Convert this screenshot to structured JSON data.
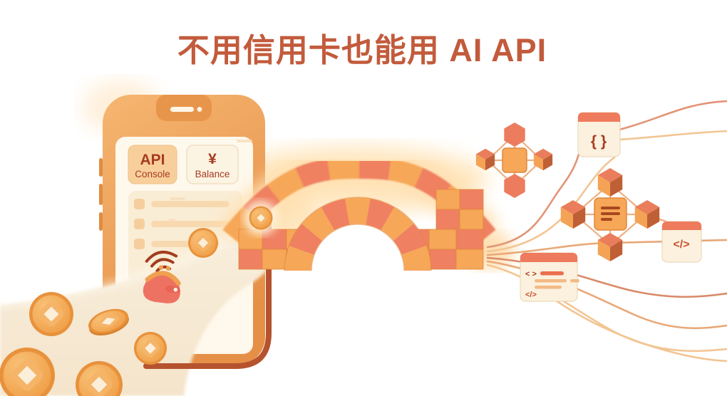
{
  "title": {
    "text": "不用信用卡也能用 AI API"
  },
  "phone": {
    "cards": [
      {
        "title": "API",
        "subtitle": "Console"
      },
      {
        "title": "¥",
        "subtitle": "Balance"
      }
    ]
  },
  "panels": {
    "braces": "{ }",
    "tag": "</>",
    "editor_open": "< >",
    "editor_close": "</>"
  },
  "icons": {
    "contactless": "wifi-waves-icon",
    "wallet": "coin-purse-icon",
    "coin": "chinese-coin-icon",
    "braces": "curly-braces-icon",
    "code_tag": "code-tag-icon",
    "document": "document-lines-icon",
    "node_cube": "cube-icon",
    "node_hexagon": "hexagon-icon"
  },
  "colors": {
    "title": "#C25B3C",
    "frameTop": "#F3B06A",
    "frame": "#E8954C",
    "frameBtn": "#E08C42",
    "cream": "#FFF8EC",
    "listPanel": "#FAEDD6",
    "rowFill": "#F6CE9D",
    "rowLine": "#F8D9AF",
    "cardFill": "#F8CF9B",
    "cardStroke": "#EFBF85",
    "cardFill2": "#FCF4E3",
    "cardStroke2": "#EDD9BC",
    "textBrown": "#A63B22",
    "tagRed": "#C8502F",
    "rust": "#B6532F",
    "blockOrange": "#F6A758",
    "blockSalmon": "#EF8061",
    "outline": "#E0873B",
    "streamTop": "#FAF0DF",
    "streamBottom": "#F4E4CB",
    "coinRim": "#E8913C",
    "coinFaceA": "#F7BA6A",
    "coinFaceB": "#F09B42",
    "coinHole": "#FBEFD9",
    "purse": "#EE7262",
    "purseFlap": "#E86355",
    "clasp": "#EFA04F",
    "waves": "#A13D1F",
    "hexSalmon": "#ED7C5E",
    "cubeTop": "#EA7D5B",
    "cubeLeft": "#F4A255",
    "cubeRight": "#BF5F36",
    "clusterLine": "#ECB183",
    "panelCream": "#FBF1DE",
    "panelStroke": "#E8D2AE",
    "headerSalmon": "#EE7B5D",
    "wireSalmon": "#E29476",
    "wireOrange": "#E8A877",
    "wireLight": "#F2C593",
    "wireDeep": "#D98A68",
    "glowWarm": "#FFE3B6",
    "codeLineBold": "#EC6F4F",
    "codeLineSoft": "#F3BA85"
  }
}
